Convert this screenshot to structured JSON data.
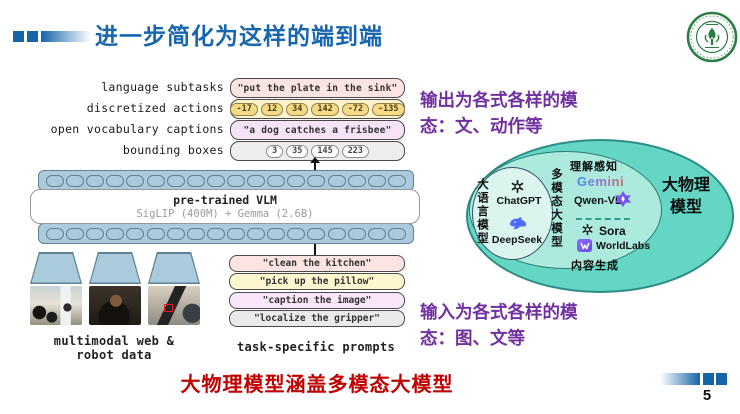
{
  "header": {
    "title": "进一步简化为这样的端到端",
    "logo": "sun-yat-sen-university-seal"
  },
  "pipeline": {
    "output_rows": [
      {
        "label": "language subtasks",
        "value": "\"put the plate in the sink\""
      },
      {
        "label": "discretized actions",
        "pills": [
          "-17",
          "12",
          "34",
          "142",
          "-72",
          "-135"
        ]
      },
      {
        "label": "open vocabulary captions",
        "value": "\"a dog catches a frisbee\""
      },
      {
        "label": "bounding boxes",
        "pills": [
          "3",
          "35",
          "145",
          "223"
        ]
      }
    ],
    "vlm": {
      "name": "pre-trained VLM",
      "detail": "SigLIP (400M) + Gemma (2.6B)"
    },
    "prompts": [
      "\"clean the kitchen\"",
      "\"pick up the pillow\"",
      "\"caption the image\"",
      "\"localize the gripper\""
    ],
    "left_caption_line1": "multimodal web &",
    "left_caption_line2": "robot data",
    "right_caption": "task-specific prompts"
  },
  "annotations": {
    "output_note_line1": "输出为各式各样的模",
    "output_note_line2": "态：文、动作等",
    "input_note_line1": "输入为各式各样的模",
    "input_note_line2": "态：图、文等",
    "footer_note": "大物理模型涵盖多模态大模型"
  },
  "venn": {
    "outer_label": "大物理模型",
    "middle_top_label": "理解感知",
    "middle_bottom_label": "内容生成",
    "middle_vertical_label": "多模态大模型",
    "inner_vertical_label": "大语言模型",
    "models": {
      "chatgpt": "ChatGPT",
      "deepseek": "DeepSeek",
      "gemini": "Gemini",
      "qwen": "Qwen-VL",
      "sora": "Sora",
      "worldlabs": "WorldLabs"
    }
  },
  "page": {
    "number": "5"
  },
  "colors": {
    "title_blue": "#1565A8",
    "purple": "#7030A0",
    "red": "#C00000",
    "band_blue": "#A9CBDC",
    "venn_outer": "#63D6C4",
    "venn_middle": "#ABEADD",
    "venn_inner": "#DBF5EE",
    "deepseek_blue": "#4D6BFE"
  }
}
